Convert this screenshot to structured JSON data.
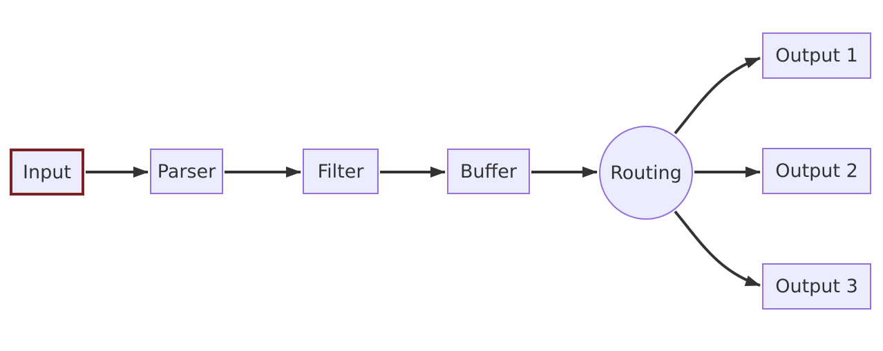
{
  "diagram": {
    "type": "flowchart",
    "direction": "left-to-right",
    "nodes": [
      {
        "id": "input",
        "label": "Input",
        "shape": "rect",
        "emphasis": "dark-red-border"
      },
      {
        "id": "parser",
        "label": "Parser",
        "shape": "rect"
      },
      {
        "id": "filter",
        "label": "Filter",
        "shape": "rect"
      },
      {
        "id": "buffer",
        "label": "Buffer",
        "shape": "rect"
      },
      {
        "id": "routing",
        "label": "Routing",
        "shape": "circle"
      },
      {
        "id": "output1",
        "label": "Output 1",
        "shape": "rect"
      },
      {
        "id": "output2",
        "label": "Output 2",
        "shape": "rect"
      },
      {
        "id": "output3",
        "label": "Output 3",
        "shape": "rect"
      }
    ],
    "edges": [
      {
        "from": "Input",
        "to": "Parser",
        "style": "straight-arrow"
      },
      {
        "from": "Parser",
        "to": "Filter",
        "style": "straight-arrow"
      },
      {
        "from": "Filter",
        "to": "Buffer",
        "style": "straight-arrow"
      },
      {
        "from": "Buffer",
        "to": "Routing",
        "style": "straight-arrow"
      },
      {
        "from": "Routing",
        "to": "Output 1",
        "style": "curved-arrow-up"
      },
      {
        "from": "Routing",
        "to": "Output 2",
        "style": "straight-arrow"
      },
      {
        "from": "Routing",
        "to": "Output 3",
        "style": "curved-arrow-down"
      }
    ],
    "colors": {
      "background": "#ffffff",
      "node_fill": "#ECECFF",
      "node_border": "#9370DB",
      "input_border": "#7e2020",
      "edge": "#333333",
      "text": "#333333"
    }
  }
}
